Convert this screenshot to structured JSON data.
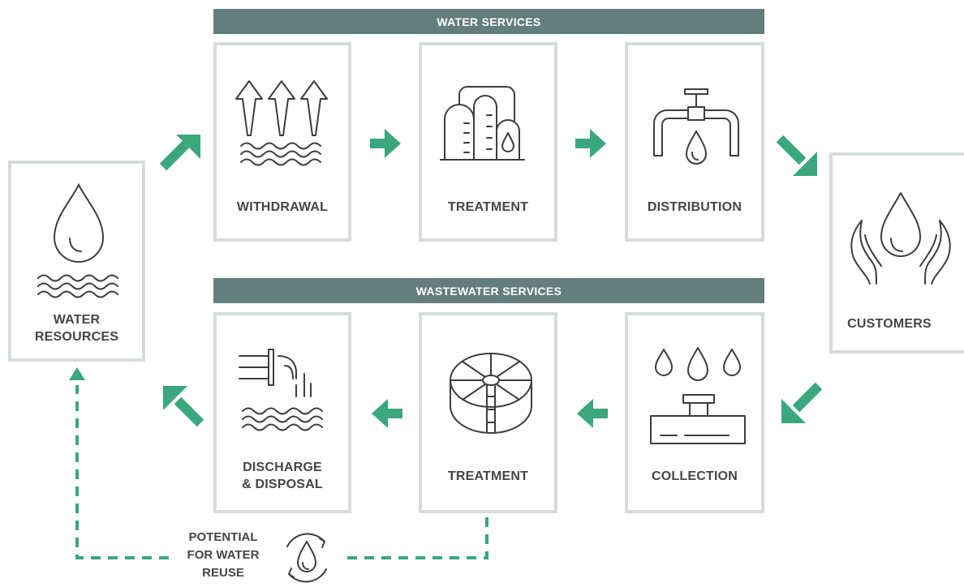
{
  "banners": {
    "water_services": "WATER SERVICES",
    "wastewater_services": "WASTEWATER SERVICES"
  },
  "nodes": {
    "water_resources": {
      "line1": "WATER",
      "line2": "RESOURCES"
    },
    "withdrawal": "WITHDRAWAL",
    "treatment_water": "TREATMENT",
    "distribution": "DISTRIBUTION",
    "customers": "CUSTOMERS",
    "collection": "COLLECTION",
    "treatment_wastewater": "TREATMENT",
    "discharge": {
      "line1": "DISCHARGE",
      "line2": "& DISPOSAL"
    }
  },
  "reuse": {
    "line1": "POTENTIAL",
    "line2": "FOR WATER",
    "line3": "REUSE"
  },
  "colors": {
    "arrow": "#3aa77c",
    "banner": "#647d7d",
    "box_border": "#d6dcda",
    "text": "#454545",
    "icon_stroke": "#3d3d3d"
  }
}
